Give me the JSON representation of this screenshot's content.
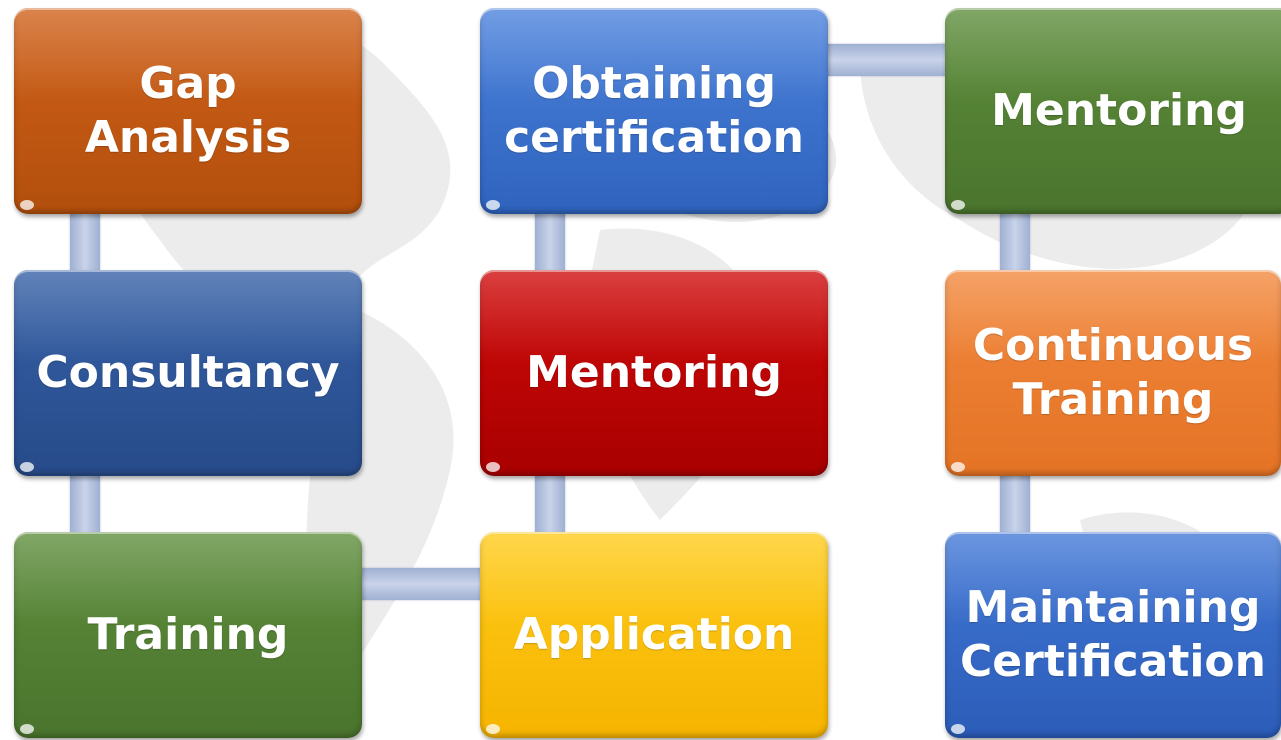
{
  "boxes": {
    "gap_analysis": {
      "label": "Gap\nAnalysis",
      "color": "#c55a11"
    },
    "consultancy": {
      "label": "Consultancy",
      "color": "#2f5597"
    },
    "training": {
      "label": "Training",
      "color": "#548235"
    },
    "obtaining_certification": {
      "label": "Obtaining\ncertification",
      "color": "#3a6fcc"
    },
    "mentoring_center": {
      "label": "Mentoring",
      "color": "#c00000"
    },
    "application": {
      "label": "Application",
      "color": "#ffc000"
    },
    "mentoring_right": {
      "label": "Mentoring",
      "color": "#548235"
    },
    "continuous_training": {
      "label": "Continuous\nTraining",
      "color": "#ed7d31"
    },
    "maintaining_certification": {
      "label": "Maintaining\nCertification",
      "color": "#3366cc"
    }
  }
}
